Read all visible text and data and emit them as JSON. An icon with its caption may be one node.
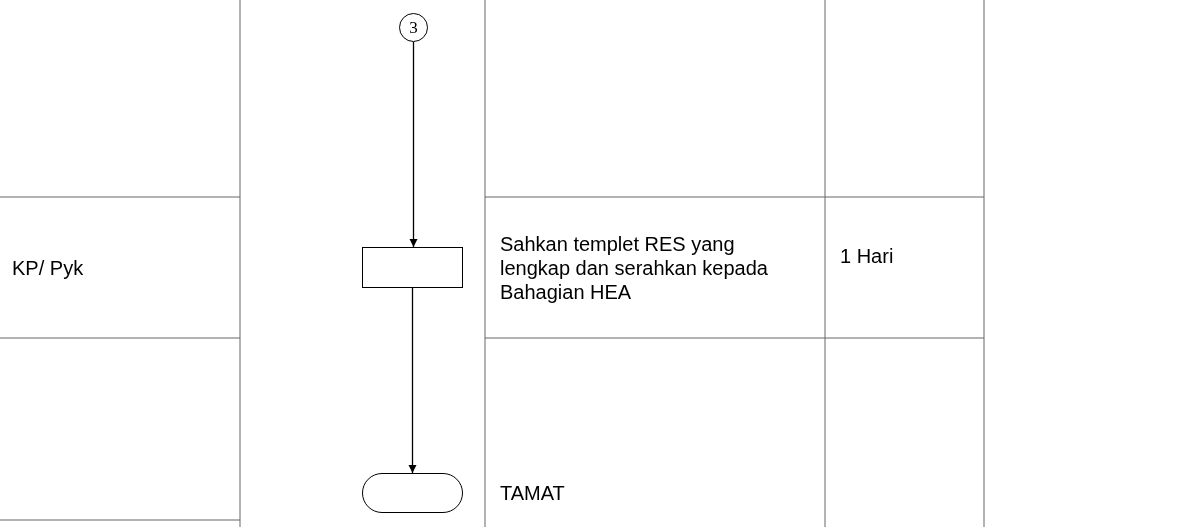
{
  "diagram": {
    "nodes": [
      {
        "text": [
          "3"
        ]
      },
      {
        "text": [],
        "shape": "box"
      },
      {
        "text": [],
        "shape": "stadium"
      }
    ],
    "edges": [
      {
        "from": 0,
        "to": 1,
        "arrow": "to"
      },
      {
        "from": 1,
        "to": 2,
        "arrow": "to"
      }
    ],
    "labels": [
      "KP/ Pyk",
      "Sahkan templet RES yang lengkap dan serahkan kepada Bahagian HEA",
      "1 Hari",
      "TAMAT"
    ]
  }
}
